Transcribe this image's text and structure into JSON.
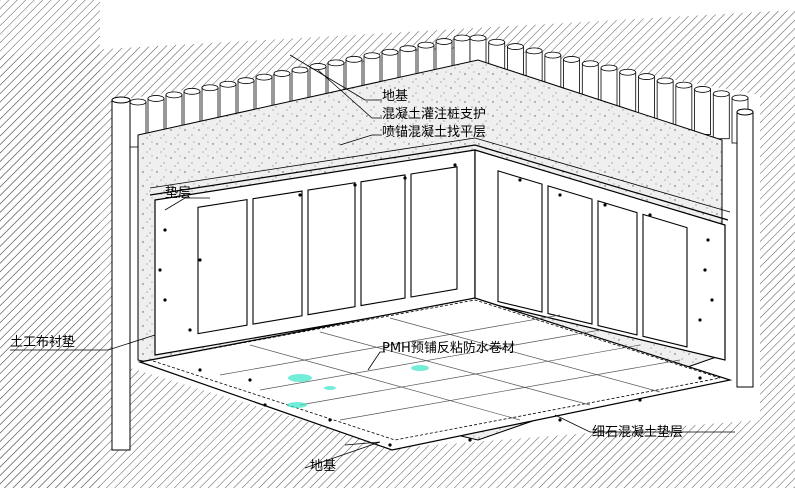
{
  "labels": {
    "foundation_top": "地基",
    "pile_support": "混凝土灌注桩支护",
    "shotcrete_leveling": "喷锚混凝土找平层",
    "waterproof_layer": "垫层",
    "geotextile": "土工布衬垫",
    "pmh_membrane": "PMH预铺反粘防水卷材",
    "fine_concrete": "细石混凝土垫层",
    "foundation_bottom": "地基"
  },
  "colors": {
    "line": "#000000",
    "hatch": "#555555",
    "concrete_fill": "#eeeeee",
    "panel": "#ffffff",
    "accent": "#39e6c8"
  }
}
